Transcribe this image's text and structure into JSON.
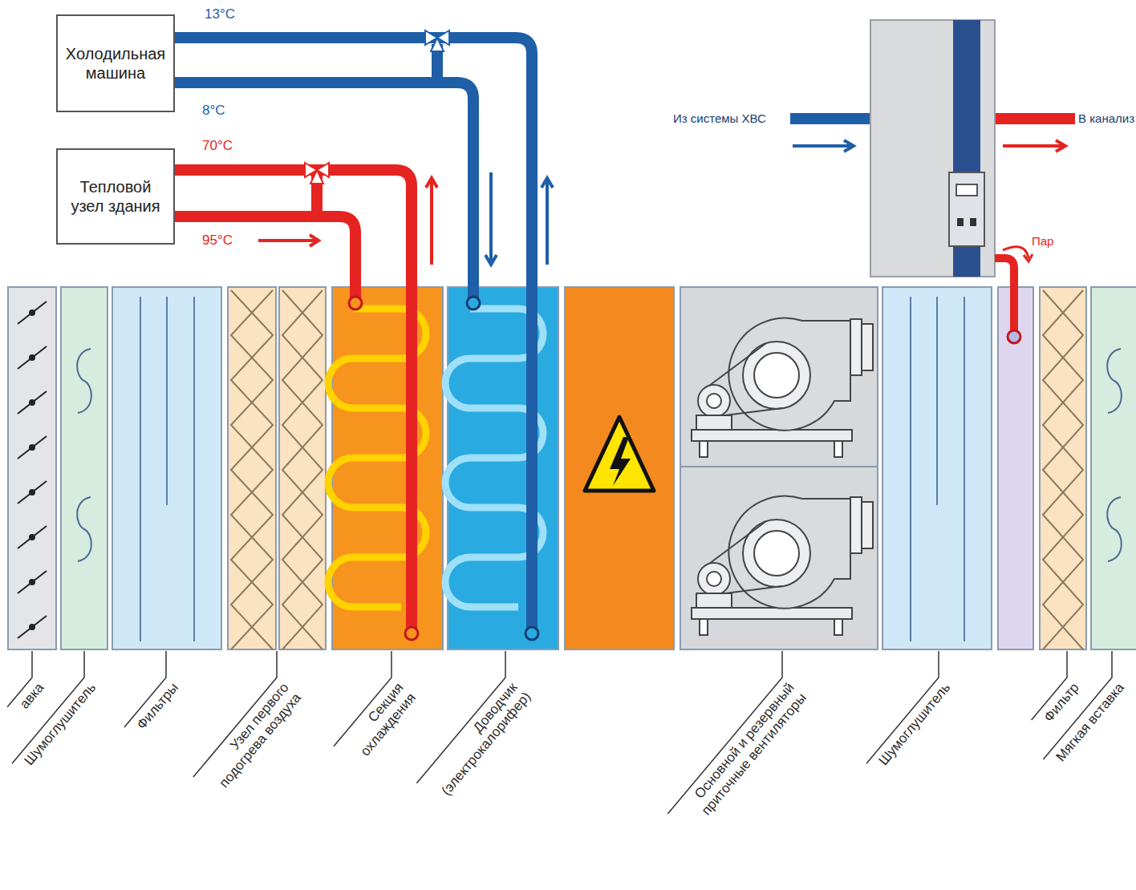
{
  "diagram": {
    "nodes": [
      {
        "text": [
          "Холодильная машина"
        ]
      },
      {
        "text": [
          "Тепловой узел здания"
        ]
      }
    ],
    "labels": [
      "13°C",
      "8°C",
      "70°C",
      "95°C",
      "Из системы ХВС",
      "В канализ",
      "Пар",
      "авка",
      "Шумоглушитель",
      "Фильтры",
      "Узел первого подогрева воздуха",
      "Секция охлаждения",
      "Доводчик (электрокалорифер)",
      "Основной и резервный приточные вентиляторы",
      "Шумоглушитель",
      "Фильтр",
      "Мягкая вставка"
    ]
  }
}
